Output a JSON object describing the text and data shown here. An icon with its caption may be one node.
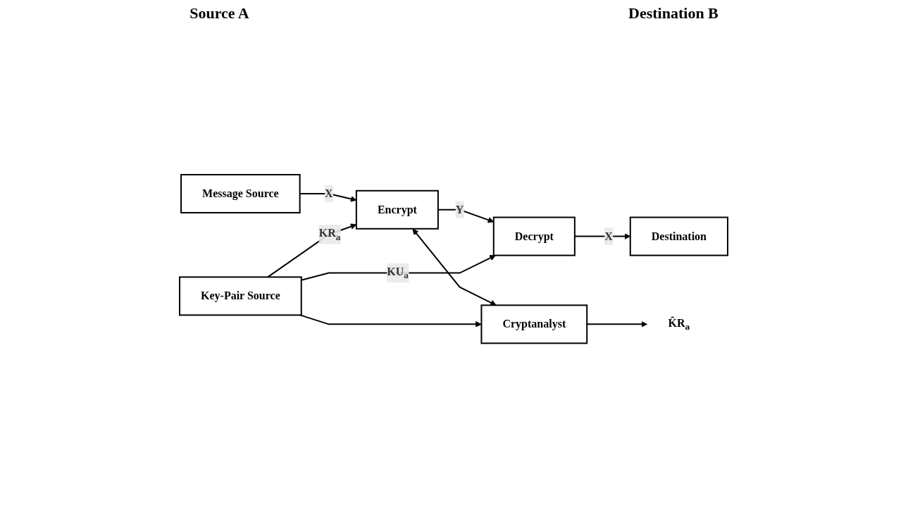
{
  "diagram": {
    "nodes": [
      {
        "text": [
          "Message Source"
        ]
      },
      {
        "text": [
          "Encrypt"
        ]
      },
      {
        "text": [
          "Cryptanalyst"
        ]
      },
      {
        "text": [
          "Decrypt"
        ]
      },
      {
        "text": [
          "Destination"
        ]
      },
      {
        "text": [
          "Key-Pair Source"
        ]
      },
      {
        "text": [
          "K̂R$_{a}$"
        ]
      }
    ],
    "edges": [
      {
        "from": 0,
        "to": 1,
        "arrow": "to",
        "label": "X"
      },
      {
        "from": 1,
        "to": 3,
        "arrow": "to",
        "label": "Y"
      },
      {
        "from": 1,
        "to": 2,
        "arrow": "both"
      },
      {
        "from": 5,
        "to": 1,
        "arrow": "to",
        "label": "KR$_{a}$"
      },
      {
        "from": 5,
        "to": 3,
        "arrow": "to",
        "label": "KU$_{a}$"
      },
      {
        "from": 5,
        "to": 2,
        "arrow": "to"
      },
      {
        "from": 2,
        "to": 6,
        "arrow": "to"
      },
      {
        "from": 3,
        "to": 4,
        "arrow": "to",
        "label": "X"
      }
    ],
    "labels": [
      "Source A",
      "Destination B"
    ]
  }
}
